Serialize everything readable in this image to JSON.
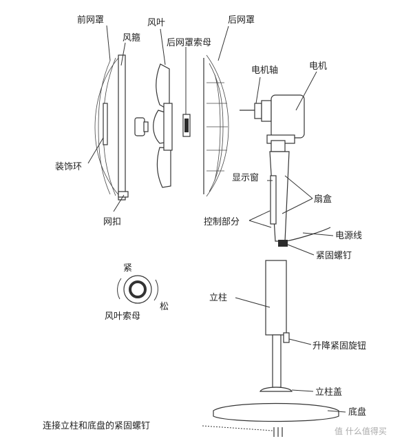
{
  "labels": {
    "front_cover": "前网罩",
    "grille": "风箍",
    "blade": "风叶",
    "rear_cover_nut": "后网罩索母",
    "rear_cover": "后网罩",
    "motor_shaft": "电机轴",
    "motor": "电机",
    "decor_ring": "装饰环",
    "display_window": "显示窗",
    "fan_box": "扇盒",
    "control_part": "控制部分",
    "power_cord": "电源线",
    "clip": "网扣",
    "fix_screw": "紧固螺钉",
    "tighten": "紧",
    "loosen": "松",
    "blade_nut": "风叶索母",
    "pole": "立柱",
    "lift_knob": "升降紧固旋钮",
    "pole_cap": "立柱盖",
    "base": "底盘",
    "base_screws": "连接立柱和底盘的紧固螺钉"
  },
  "watermark": "值 什么值得买"
}
